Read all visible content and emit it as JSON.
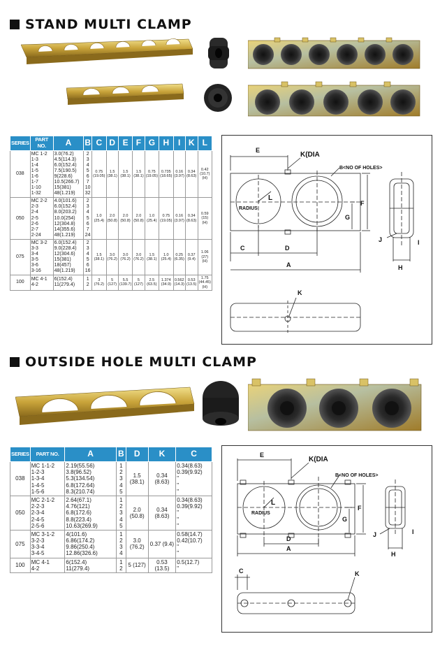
{
  "section1": {
    "title": "STAND MULTI CLAMP",
    "headers": [
      "SERIES",
      "PART NO.",
      "A",
      "B",
      "C",
      "D",
      "E",
      "F",
      "G",
      "H",
      "I",
      "K",
      "L"
    ],
    "groups": [
      {
        "series": "038",
        "parts": [
          "MC 1-2",
          "1-3",
          "1-4",
          "1-5",
          "1-6",
          "1-7",
          "1-10",
          "1-32"
        ],
        "A": [
          "3.0(76.2)",
          "4.5(114.3)",
          "6.0(152.4)",
          "7.5(190.5)",
          "9(228.6)",
          "10.5(266.7)",
          "15(381)",
          "48(1.219)"
        ],
        "B": [
          "2",
          "3",
          "4",
          "5",
          "6",
          "7",
          "10",
          "32"
        ],
        "C": "0.75 (19.05)",
        "D": "1.5 (38.1)",
        "E": "1.5 (38.1)",
        "F": "1.5 (38.1)",
        "G": "0.75 (19.05)",
        "H": "0.735 (18.65)",
        "I": "0.16 (3.97)",
        "K": "0.34 (8.63)",
        "L": "0.42 (10.7) (H)"
      },
      {
        "series": "050",
        "parts": [
          "MC 2-2",
          "2-3",
          "2-4",
          "2-5",
          "2-6",
          "2-7",
          "2-24"
        ],
        "A": [
          "4.0(101.6)",
          "6.0(152.4)",
          "8.0(203.2)",
          "10.0(254)",
          "12(304.8)",
          "14(355.6)",
          "48(1.219)"
        ],
        "B": [
          "2",
          "3",
          "4",
          "5",
          "6",
          "7",
          "24"
        ],
        "C": "1.0 (25.4)",
        "D": "2.0 (50.8)",
        "E": "2.0 (50.8)",
        "F": "2.0 (50.8)",
        "G": "1.0 (25.4)",
        "H": "0.75 (19.05)",
        "I": "0.16 (3.97)",
        "K": "0.34 (8.63)",
        "L": "0.59 (15) (H)"
      },
      {
        "series": "075",
        "parts": [
          "MC 3-2",
          "3-3",
          "3-4",
          "3-5",
          "3-6",
          "3-16"
        ],
        "A": [
          "6.0(152.4)",
          "9.0(228.4)",
          "12(304.6)",
          "15(381)",
          "18(457)",
          "48(1.219)"
        ],
        "B": [
          "2",
          "3",
          "4",
          "5",
          "6",
          "16"
        ],
        "C": "1.5 (38.1)",
        "D": "3.0 (76.2)",
        "E": "3.0 (76.2)",
        "F": "3.0 (76.2)",
        "G": "1.5 (38.1)",
        "H": "1.0 (25.4)",
        "I": "0.25 (6.35)",
        "K": "0.37 (9.4)",
        "L": "1.06 (27) (H)"
      },
      {
        "series": "100",
        "parts": [
          "MC 4-1",
          "4-2"
        ],
        "A": [
          "6(152.4)",
          "11(279.4)"
        ],
        "B": [
          "1",
          "2"
        ],
        "C": "3 (76.2)",
        "D": "5 (127)",
        "E": "5.5 (139.7)",
        "F": "5 (127)",
        "G": "2.5 (63.5)",
        "H": "1.374 (34.9)",
        "I": "0.562 (14.3)",
        "K": "0.53 (13.5)",
        "L": "1.75 (44.45) (H)"
      }
    ],
    "diagram": {
      "E": "E",
      "K": "K(DIA",
      "B": "B<NO OF HOLES>",
      "radius": "RADIUS",
      "L": "L",
      "F": "F",
      "G": "G",
      "C": "C",
      "D": "D",
      "A": "A",
      "J": "J",
      "I": "I",
      "H": "H",
      "K2": "K"
    }
  },
  "section2": {
    "title": "OUTSIDE HOLE MULTI CLAMP",
    "headers": [
      "SERIES",
      "PART NO.",
      "A",
      "B",
      "D",
      "K",
      "C"
    ],
    "groups": [
      {
        "series": "038",
        "parts": [
          "MC 1-1-2",
          "1-2-3",
          "1-3-4",
          "1-4-5",
          "1-5-6"
        ],
        "A": [
          "2.19(55.56)",
          "3.8(96.52)",
          "5.3(134.54)",
          "6.8(172.64)",
          "8.3(210.74)"
        ],
        "B": [
          "1",
          "2",
          "3",
          "4",
          "5"
        ],
        "D": "1.5 (38.1)",
        "K": "0.34 (8.63)",
        "C": [
          "0.34(8.63)",
          "0.39(9.92)",
          "\"",
          "\"",
          "\""
        ]
      },
      {
        "series": "050",
        "parts": [
          "MC 2-1-2",
          "2-2-3",
          "2-3-4",
          "2-4-5",
          "2-5-6"
        ],
        "A": [
          "2.64(67.1)",
          "4.76(121)",
          "6.8(172.6)",
          "8.8(223.4)",
          "10.63(269.9)"
        ],
        "B": [
          "1",
          "2",
          "3",
          "4",
          "5"
        ],
        "D": "2.0 (50.8)",
        "K": "0.34 (8.63)",
        "C": [
          "0.34(8.63)",
          "0.39(9.92)",
          "\"",
          "\"",
          "\""
        ]
      },
      {
        "series": "075",
        "parts": [
          "MC 3-1-2",
          "3-2-3",
          "3-3-4",
          "3-4-5"
        ],
        "A": [
          "4(101.6)",
          "6.86(174.2)",
          "9.86(250.4)",
          "12.86(326.6)"
        ],
        "B": [
          "1",
          "2",
          "3",
          "4"
        ],
        "D": "3.0 (76.2)",
        "K": "0.37 (9.4)",
        "C": [
          "0.58(14.7)",
          "0.42(10.7)",
          "\"",
          "\""
        ]
      },
      {
        "series": "100",
        "parts": [
          "MC 4-1",
          "4-2"
        ],
        "A": [
          "6(152.4)",
          "11(279.4)"
        ],
        "B": [
          "1",
          "2"
        ],
        "D": "5 (127)",
        "K": "0.53 (13.5)",
        "C": [
          "0.5(12.7)",
          "\""
        ]
      }
    ],
    "diagram": {
      "E": "E",
      "K": "K(DIA",
      "B": "B<NO OF HOLES>",
      "radius": "RADIUS",
      "L": "L",
      "F": "F",
      "G": "G",
      "D": "D",
      "A": "A",
      "J": "J",
      "I": "I",
      "H": "H",
      "C": "C",
      "K2": "K"
    }
  }
}
